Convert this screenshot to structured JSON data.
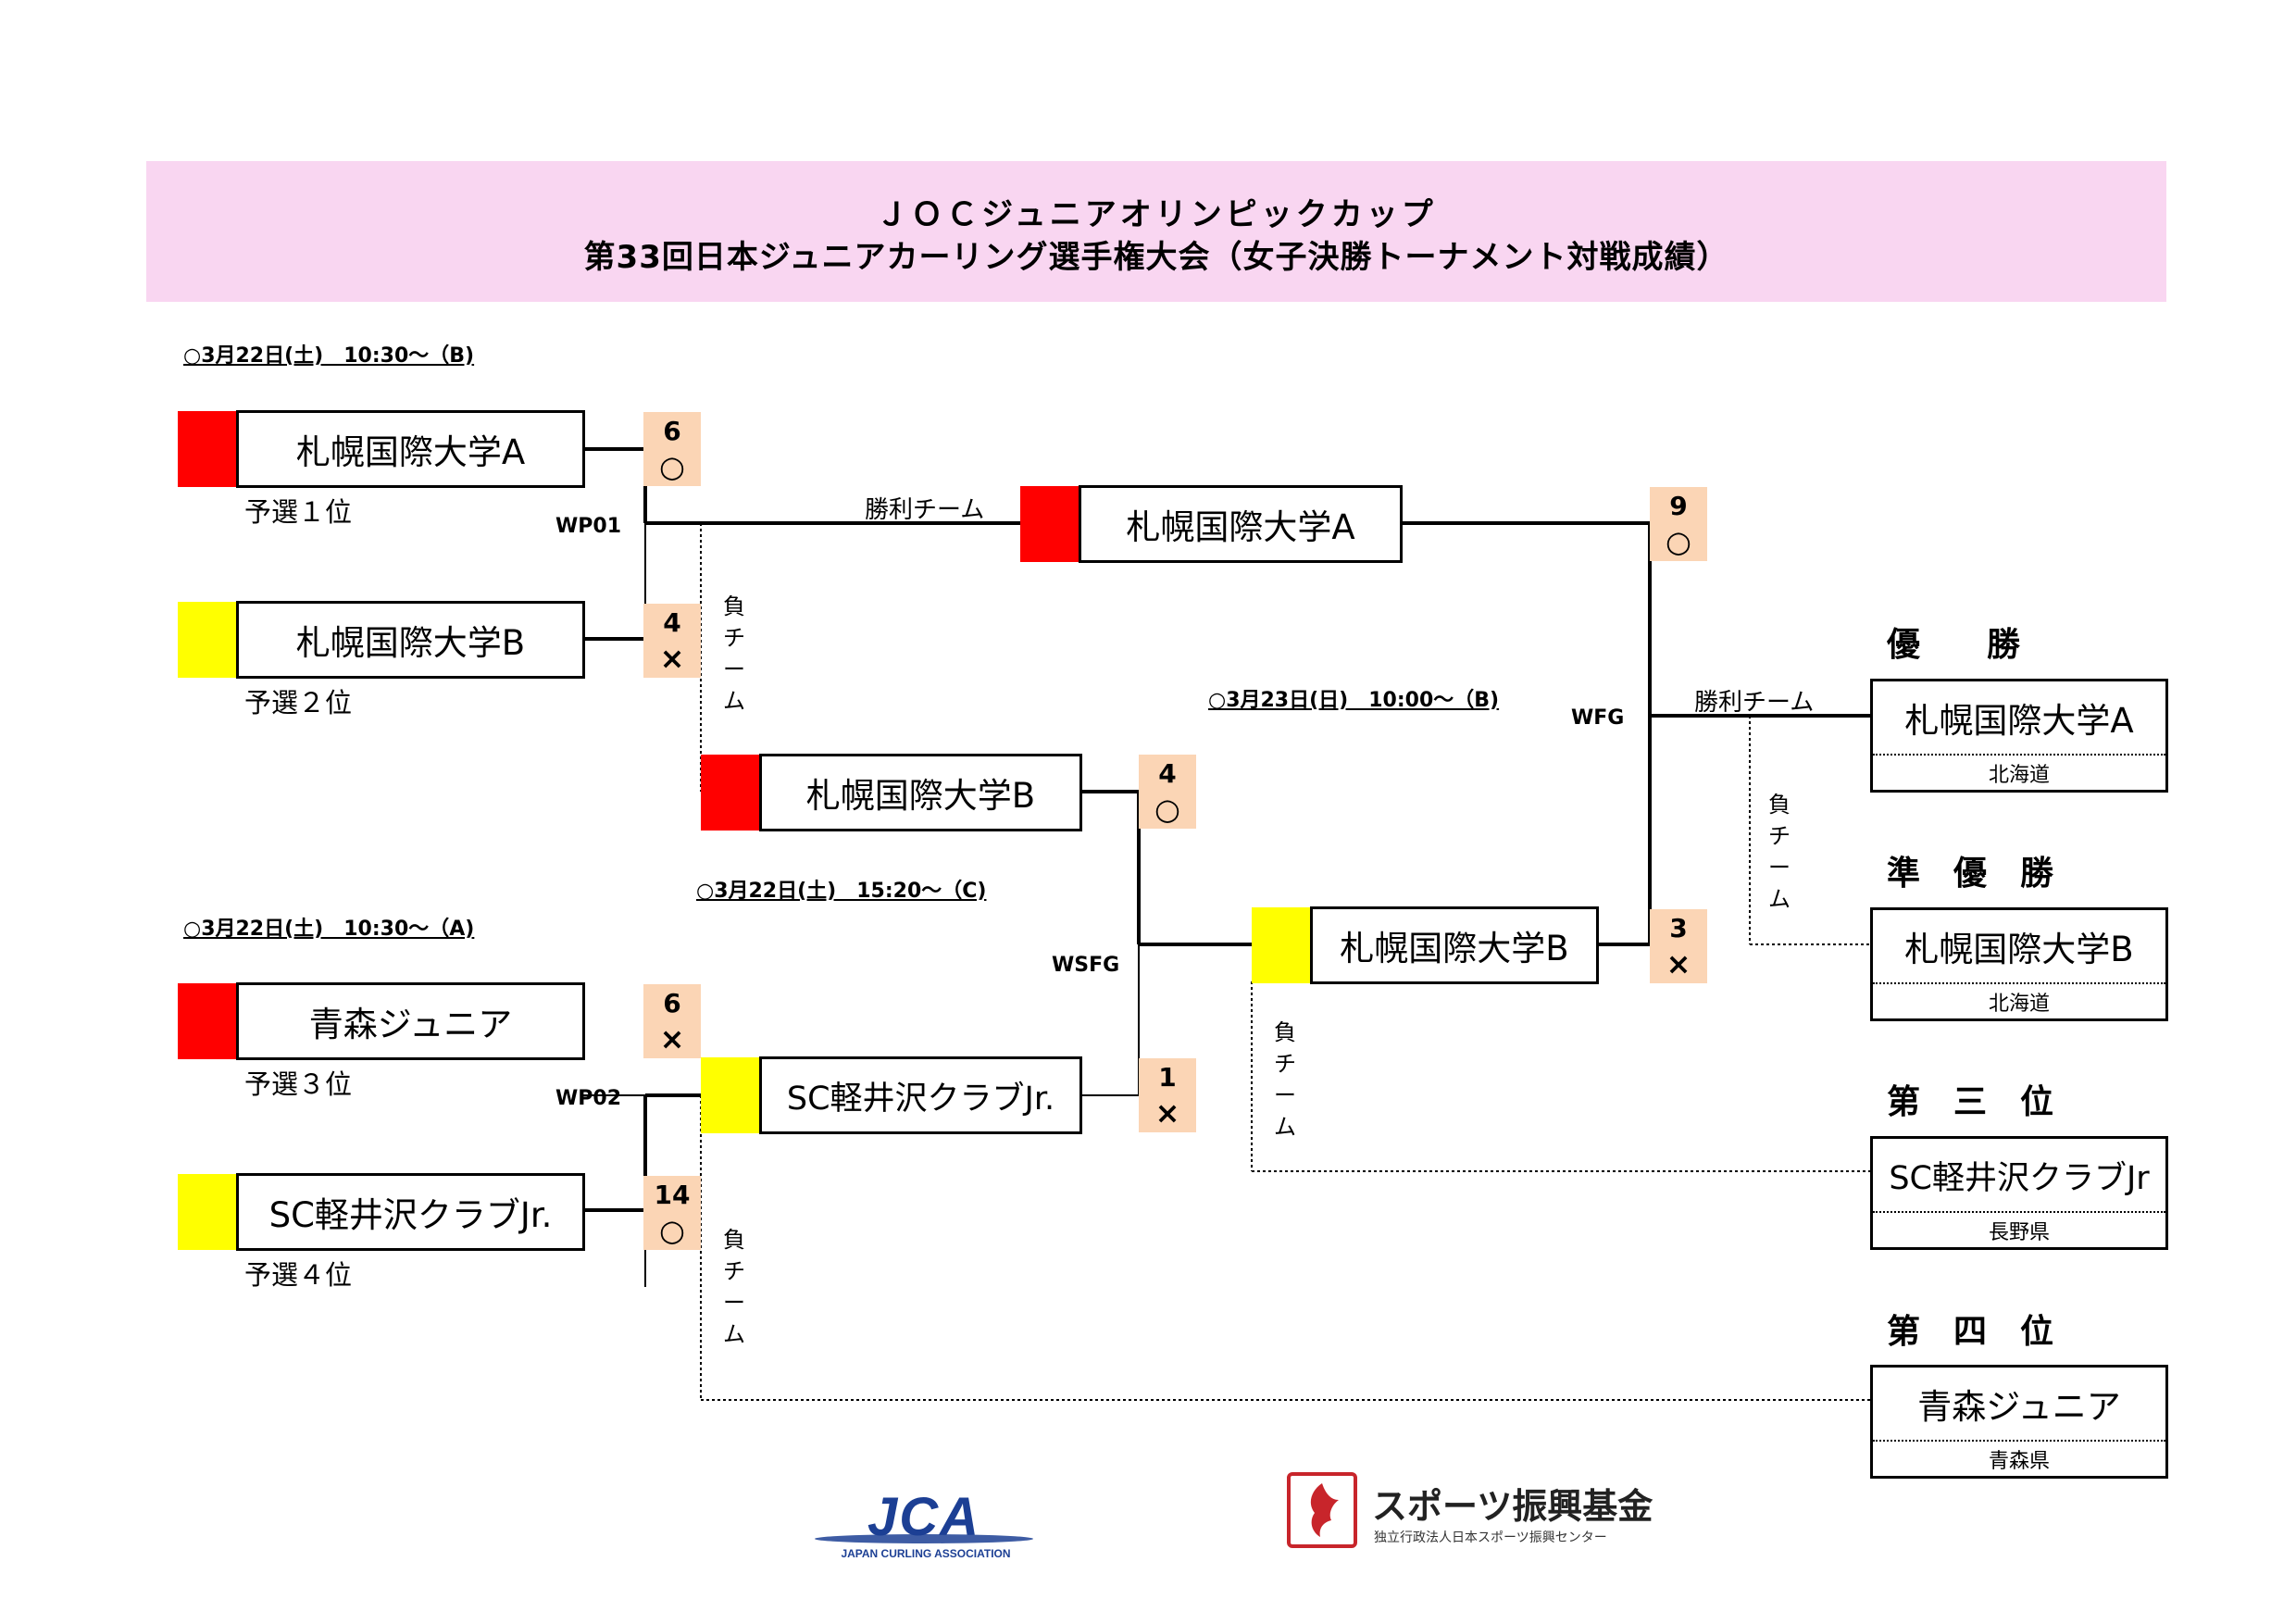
{
  "title_line1": "ＪＯＣジュニアオリンピックカップ",
  "title_line2": "第33回日本ジュニアカーリング選手権大会（女子決勝トーナメント対戦成績）",
  "schedules": {
    "wp01": "○3月22日(土)　10:30～（B)",
    "wp02": "○3月22日(土)　10:30～（A)",
    "wsfg": "○3月22日(土)　15:20～（C)",
    "wfg": "○3月23日(日)　10:00～（B)"
  },
  "game_codes": {
    "wp01": "WP01",
    "wp02": "WP02",
    "wsfg": "WSFG",
    "wfg": "WFG"
  },
  "labels": {
    "winner": "勝利チーム",
    "loser": "負チーム"
  },
  "loser_chars": [
    "負",
    "チ",
    "ー",
    "ム"
  ],
  "teams": {
    "wp01_top": "札幌国際大学A",
    "wp01_bottom": "札幌国際大学B",
    "wp02_top": "青森ジュニア",
    "wp02_bottom": "SC軽井沢クラブJr.",
    "r2_winner_wp01": "札幌国際大学A",
    "r2_loser_wp01": "札幌国際大学B",
    "r2_winner_wp02": "SC軽井沢クラブJr.",
    "final_bottom": "札幌国際大学B"
  },
  "seeds": {
    "wp01_top": "予選１位",
    "wp01_bottom": "予選２位",
    "wp02_top": "予選３位",
    "wp02_bottom": "予選４位"
  },
  "scores": {
    "wp01_top": {
      "n": "6",
      "m": "○"
    },
    "wp01_bottom": {
      "n": "4",
      "m": "×"
    },
    "wp02_top": {
      "n": "6",
      "m": "×"
    },
    "wp02_bottom": {
      "n": "14",
      "m": "○"
    },
    "wsfg_top": {
      "n": "4",
      "m": "○"
    },
    "wsfg_bottom": {
      "n": "1",
      "m": "×"
    },
    "wfg_top": {
      "n": "9",
      "m": "○"
    },
    "wfg_bottom": {
      "n": "3",
      "m": "×"
    }
  },
  "results": [
    {
      "place": "優　　勝",
      "team": "札幌国際大学A",
      "pref": "北海道"
    },
    {
      "place": "準　優　勝",
      "team": "札幌国際大学B",
      "pref": "北海道"
    },
    {
      "place": "第　三　位",
      "team": "SC軽井沢クラブJr",
      "pref": "長野県"
    },
    {
      "place": "第　四　位",
      "team": "青森ジュニア",
      "pref": "青森県"
    }
  ],
  "logos": {
    "jca_text": "JCA",
    "jca_sub": "JAPAN CURLING ASSOCIATION",
    "sport_text": "スポーツ振興基金",
    "sport_sub": "独立行政法人日本スポーツ振興センター"
  },
  "colors": {
    "banner": "#f9d6f1",
    "red": "#ff0000",
    "yellow": "#ffff00",
    "score_bg": "#fbd5b5",
    "jca_blue": "#1c3f94"
  }
}
